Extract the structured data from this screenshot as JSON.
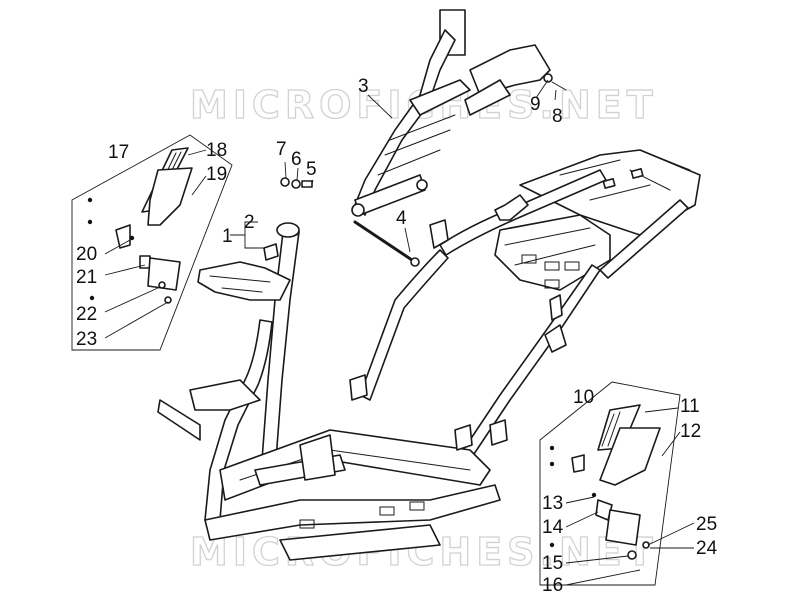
{
  "watermark": "MICROFICHES.NET",
  "callouts": [
    {
      "id": "1",
      "label": "1"
    },
    {
      "id": "2",
      "label": "2"
    },
    {
      "id": "3",
      "label": "3"
    },
    {
      "id": "4",
      "label": "4"
    },
    {
      "id": "5",
      "label": "5"
    },
    {
      "id": "6",
      "label": "6"
    },
    {
      "id": "7",
      "label": "7"
    },
    {
      "id": "8",
      "label": "8"
    },
    {
      "id": "9",
      "label": "9"
    },
    {
      "id": "10",
      "label": "10"
    },
    {
      "id": "11",
      "label": "11"
    },
    {
      "id": "12",
      "label": "12"
    },
    {
      "id": "13",
      "label": "13"
    },
    {
      "id": "14",
      "label": "14"
    },
    {
      "id": "15",
      "label": "15"
    },
    {
      "id": "16",
      "label": "16"
    },
    {
      "id": "17",
      "label": "17"
    },
    {
      "id": "18",
      "label": "18"
    },
    {
      "id": "19",
      "label": "19"
    },
    {
      "id": "20",
      "label": "20"
    },
    {
      "id": "21",
      "label": "21"
    },
    {
      "id": "22",
      "label": "22"
    },
    {
      "id": "23",
      "label": "23"
    },
    {
      "id": "24",
      "label": "24"
    },
    {
      "id": "25",
      "label": "25"
    }
  ]
}
